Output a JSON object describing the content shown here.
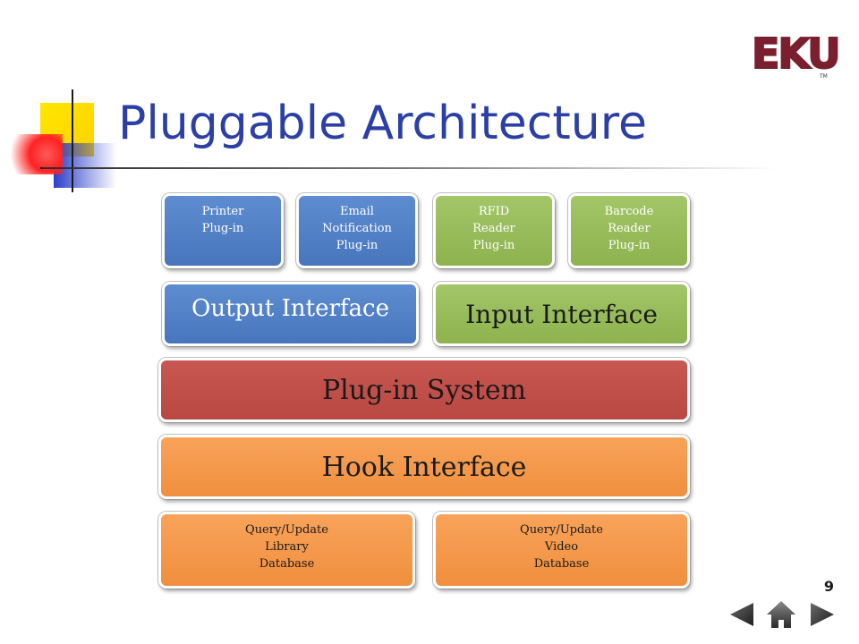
{
  "slide": {
    "title": "Pluggable Architecture",
    "page_number": "9",
    "logo": {
      "text": "EKU",
      "tm": "TM",
      "color": "#7a1f2e"
    }
  },
  "plugins": [
    {
      "label": "Printer\nPlug-in",
      "color": "#4a78bf"
    },
    {
      "label": "Email\nNotification\nPlug-in",
      "color": "#4a78bf"
    },
    {
      "label": "RFID\nReader\nPlug-in",
      "color": "#8fb350"
    },
    {
      "label": "Barcode\nReader\nPlug-in",
      "color": "#8fb350"
    }
  ],
  "interfaces": {
    "output": "Output Interface",
    "input": "Input Interface"
  },
  "system": "Plug-in System",
  "hook": "Hook Interface",
  "databases": [
    {
      "label": "Query/Update\nLibrary\nDatabase"
    },
    {
      "label": "Query/Update\nVideo\nDatabase"
    }
  ],
  "nav": {
    "prev_icon": "triangle-left-icon",
    "home_icon": "home-icon",
    "next_icon": "triangle-right-icon"
  }
}
